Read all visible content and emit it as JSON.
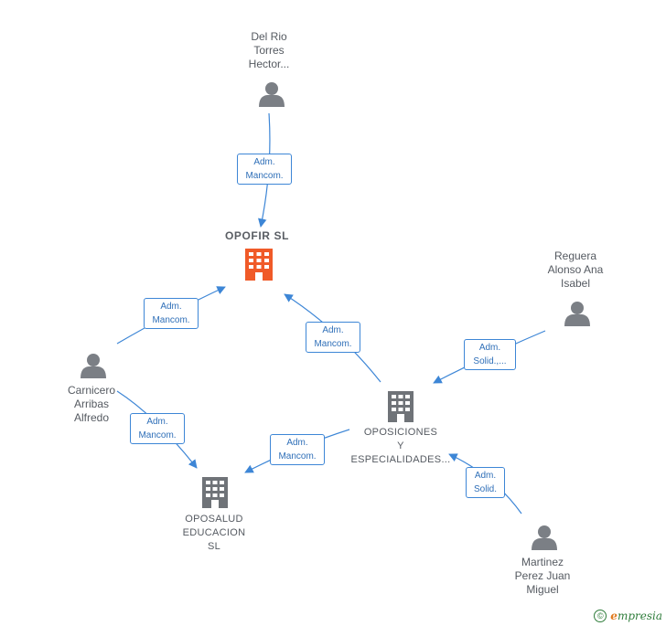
{
  "colors": {
    "edge": "#3d86d6",
    "person_icon": "#7b7f85",
    "company_icon": "#6f7378",
    "focus_company_icon": "#f05a28",
    "label_text": "#555a61",
    "watermark": "#2f7d3b"
  },
  "nodes": {
    "del_rio": {
      "label": "Del Rio\nTorres\nHector...",
      "icon": "person-icon"
    },
    "opofir": {
      "label": "OPOFIR  SL",
      "icon": "building-icon"
    },
    "reguera": {
      "label": "Reguera\nAlonso Ana\nIsabel",
      "icon": "person-icon"
    },
    "carnicero": {
      "label": "Carnicero\nArribas\nAlfredo",
      "icon": "person-icon"
    },
    "oposiciones": {
      "label": "OPOSICIONES\nY\nESPECIALIDADES...",
      "icon": "building-icon"
    },
    "oposalud": {
      "label": "OPOSALUD\nEDUCACION\nSL",
      "icon": "building-icon"
    },
    "martinez": {
      "label": "Martinez\nPerez Juan\nMiguel",
      "icon": "person-icon"
    }
  },
  "edges": {
    "delrio_opofir": {
      "label": "Adm.\nMancom."
    },
    "carnicero_opofir": {
      "label": "Adm.\nMancom."
    },
    "oposiciones_opofir": {
      "label": "Adm.\nMancom."
    },
    "reguera_oposiciones": {
      "label": "Adm.\nSolid.,..."
    },
    "carnicero_oposalud": {
      "label": "Adm.\nMancom."
    },
    "oposiciones_oposalud": {
      "label": "Adm.\nMancom."
    },
    "martinez_oposiciones": {
      "label": "Adm.\nSolid."
    }
  },
  "watermark": {
    "copyright": "©",
    "brand_initial": "e",
    "brand_rest": "mpresia"
  }
}
